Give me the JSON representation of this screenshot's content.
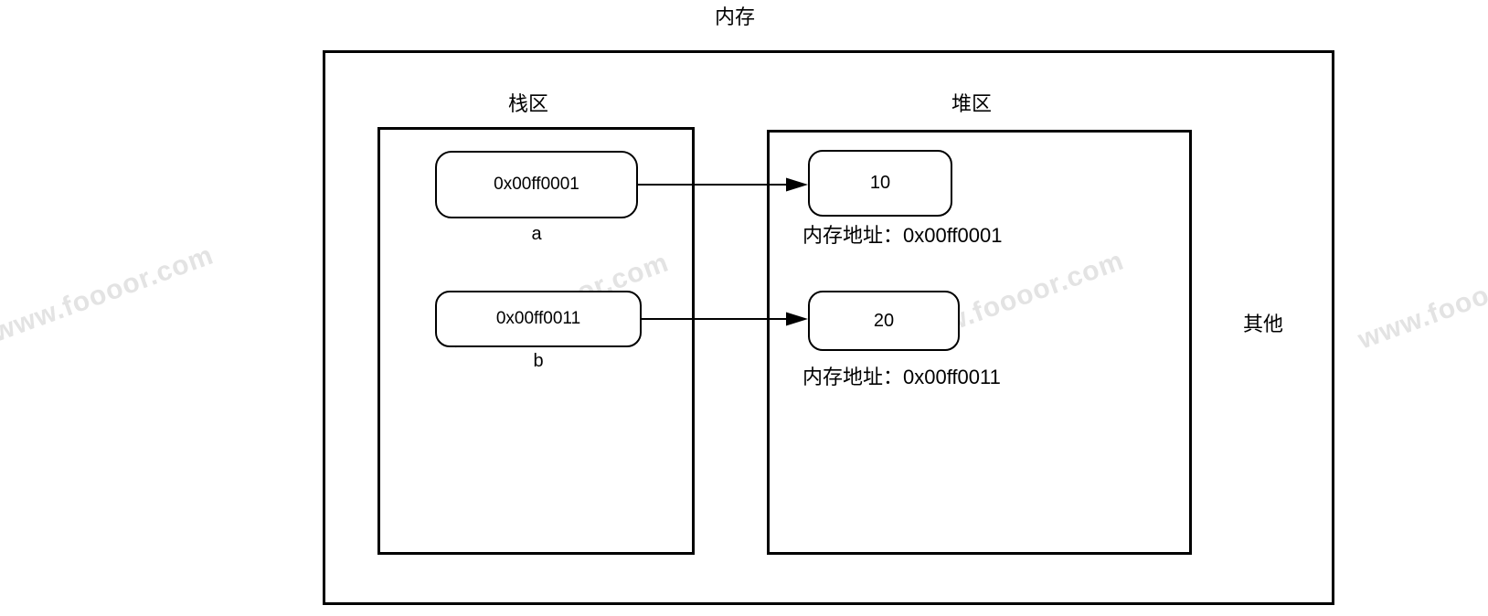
{
  "diagram": {
    "title": "内存",
    "background_color": "#ffffff",
    "line_color": "#000000"
  },
  "stack": {
    "label": "栈区",
    "items": [
      {
        "address": "0x00ff0001",
        "var_name": "a"
      },
      {
        "address": "0x00ff0011",
        "var_name": "b"
      }
    ]
  },
  "heap": {
    "label": "堆区",
    "items": [
      {
        "value": "10",
        "caption": "内存地址：0x00ff0001"
      },
      {
        "value": "20",
        "caption": "内存地址：0x00ff0011"
      }
    ]
  },
  "other_region": {
    "label": "其他"
  },
  "watermark": {
    "text": "www.foooor.com",
    "color": "#e3e3e3"
  }
}
